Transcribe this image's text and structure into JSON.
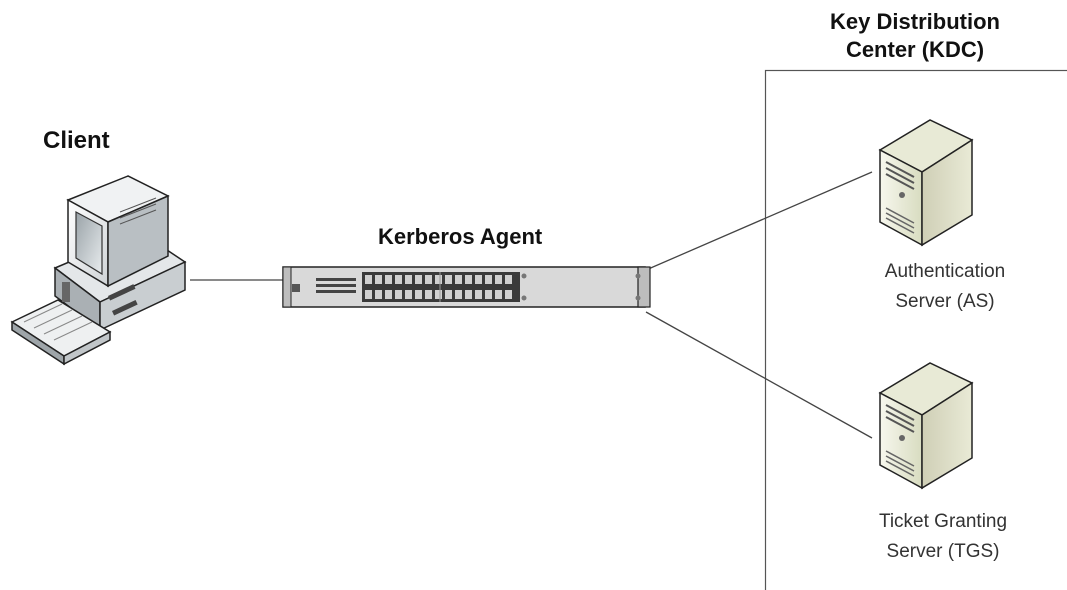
{
  "client": {
    "label": "Client",
    "icon": "desktop-computer-icon"
  },
  "agent": {
    "label": "Kerberos Agent",
    "icon": "network-switch-icon"
  },
  "kdc": {
    "title_line1": "Key Distribution",
    "title_line2": "Center (KDC)",
    "as": {
      "line1": "Authentication",
      "line2": "Server (AS)",
      "icon": "server-tower-icon"
    },
    "tgs": {
      "line1": "Ticket Granting",
      "line2": "Server (TGS)",
      "icon": "server-tower-icon"
    }
  },
  "colors": {
    "line": "#444444",
    "server_face": "#efefdc",
    "switch_body": "#d9d9d9",
    "port": "#3a3a3a"
  }
}
